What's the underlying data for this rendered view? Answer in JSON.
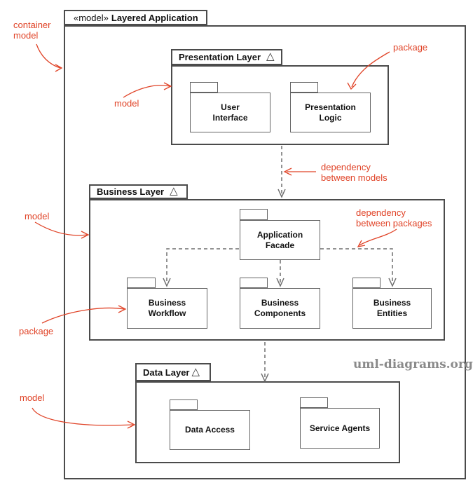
{
  "outer": {
    "stereotype": "«model»",
    "title": "Layered Application"
  },
  "icons": {
    "model_triangle": "△"
  },
  "layers": {
    "presentation": {
      "title": "Presentation Layer",
      "packages": {
        "user_interface": "User\nInterface",
        "presentation_logic": "Presentation\nLogic"
      }
    },
    "business": {
      "title": "Business Layer",
      "packages": {
        "application_facade": "Application\nFacade",
        "business_workflow": "Business\nWorkflow",
        "business_components": "Business\nComponents",
        "business_entities": "Business\nEntities"
      }
    },
    "data": {
      "title": "Data Layer",
      "packages": {
        "data_access": "Data Access",
        "service_agents": "Service Agents"
      }
    }
  },
  "annotations": {
    "container_model": "container\nmodel",
    "model_presentation": "model",
    "package_presentation": "package",
    "dependency_models": "dependency\nbetween models",
    "dependency_packages": "dependency\nbetween packages",
    "model_business": "model",
    "package_business": "package",
    "model_data": "model"
  },
  "watermark": "uml-diagrams.org",
  "colors": {
    "annotation_red": "#e04327",
    "layer_border": "#4b4b4b",
    "package_border": "#646464",
    "dependency_gray": "#6e6e6e",
    "watermark_gray": "#8a8a8a"
  }
}
